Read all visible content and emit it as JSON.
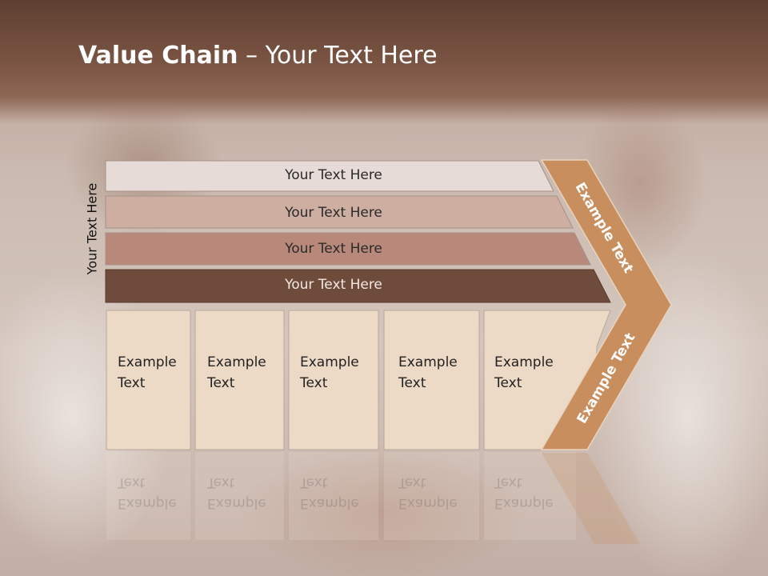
{
  "slide": {
    "title_bold": "Value Chain",
    "title_rest": " – Your Text Here",
    "side_label": "Your Text Here",
    "rows": [
      {
        "label": "Your Text Here",
        "color": "#e7dbd7"
      },
      {
        "label": "Your Text Here",
        "color": "#cdaea1"
      },
      {
        "label": "Your Text Here",
        "color": "#b8897a"
      },
      {
        "label": "Your Text Here",
        "color": "#6f4b3c"
      }
    ],
    "boxes": [
      {
        "line1": "Example",
        "line2": "Text"
      },
      {
        "line1": "Example",
        "line2": "Text"
      },
      {
        "line1": "Example",
        "line2": "Text"
      },
      {
        "line1": "Example",
        "line2": "Text"
      },
      {
        "line1": "Example",
        "line2": "Text"
      }
    ],
    "chevron_upper": "Example Text",
    "chevron_lower": "Example Text",
    "colors": {
      "header": "#6b4737",
      "chevron": "#c98e5e",
      "box_fill": "#ecd9c6",
      "box_border": "#b8a69a"
    }
  }
}
